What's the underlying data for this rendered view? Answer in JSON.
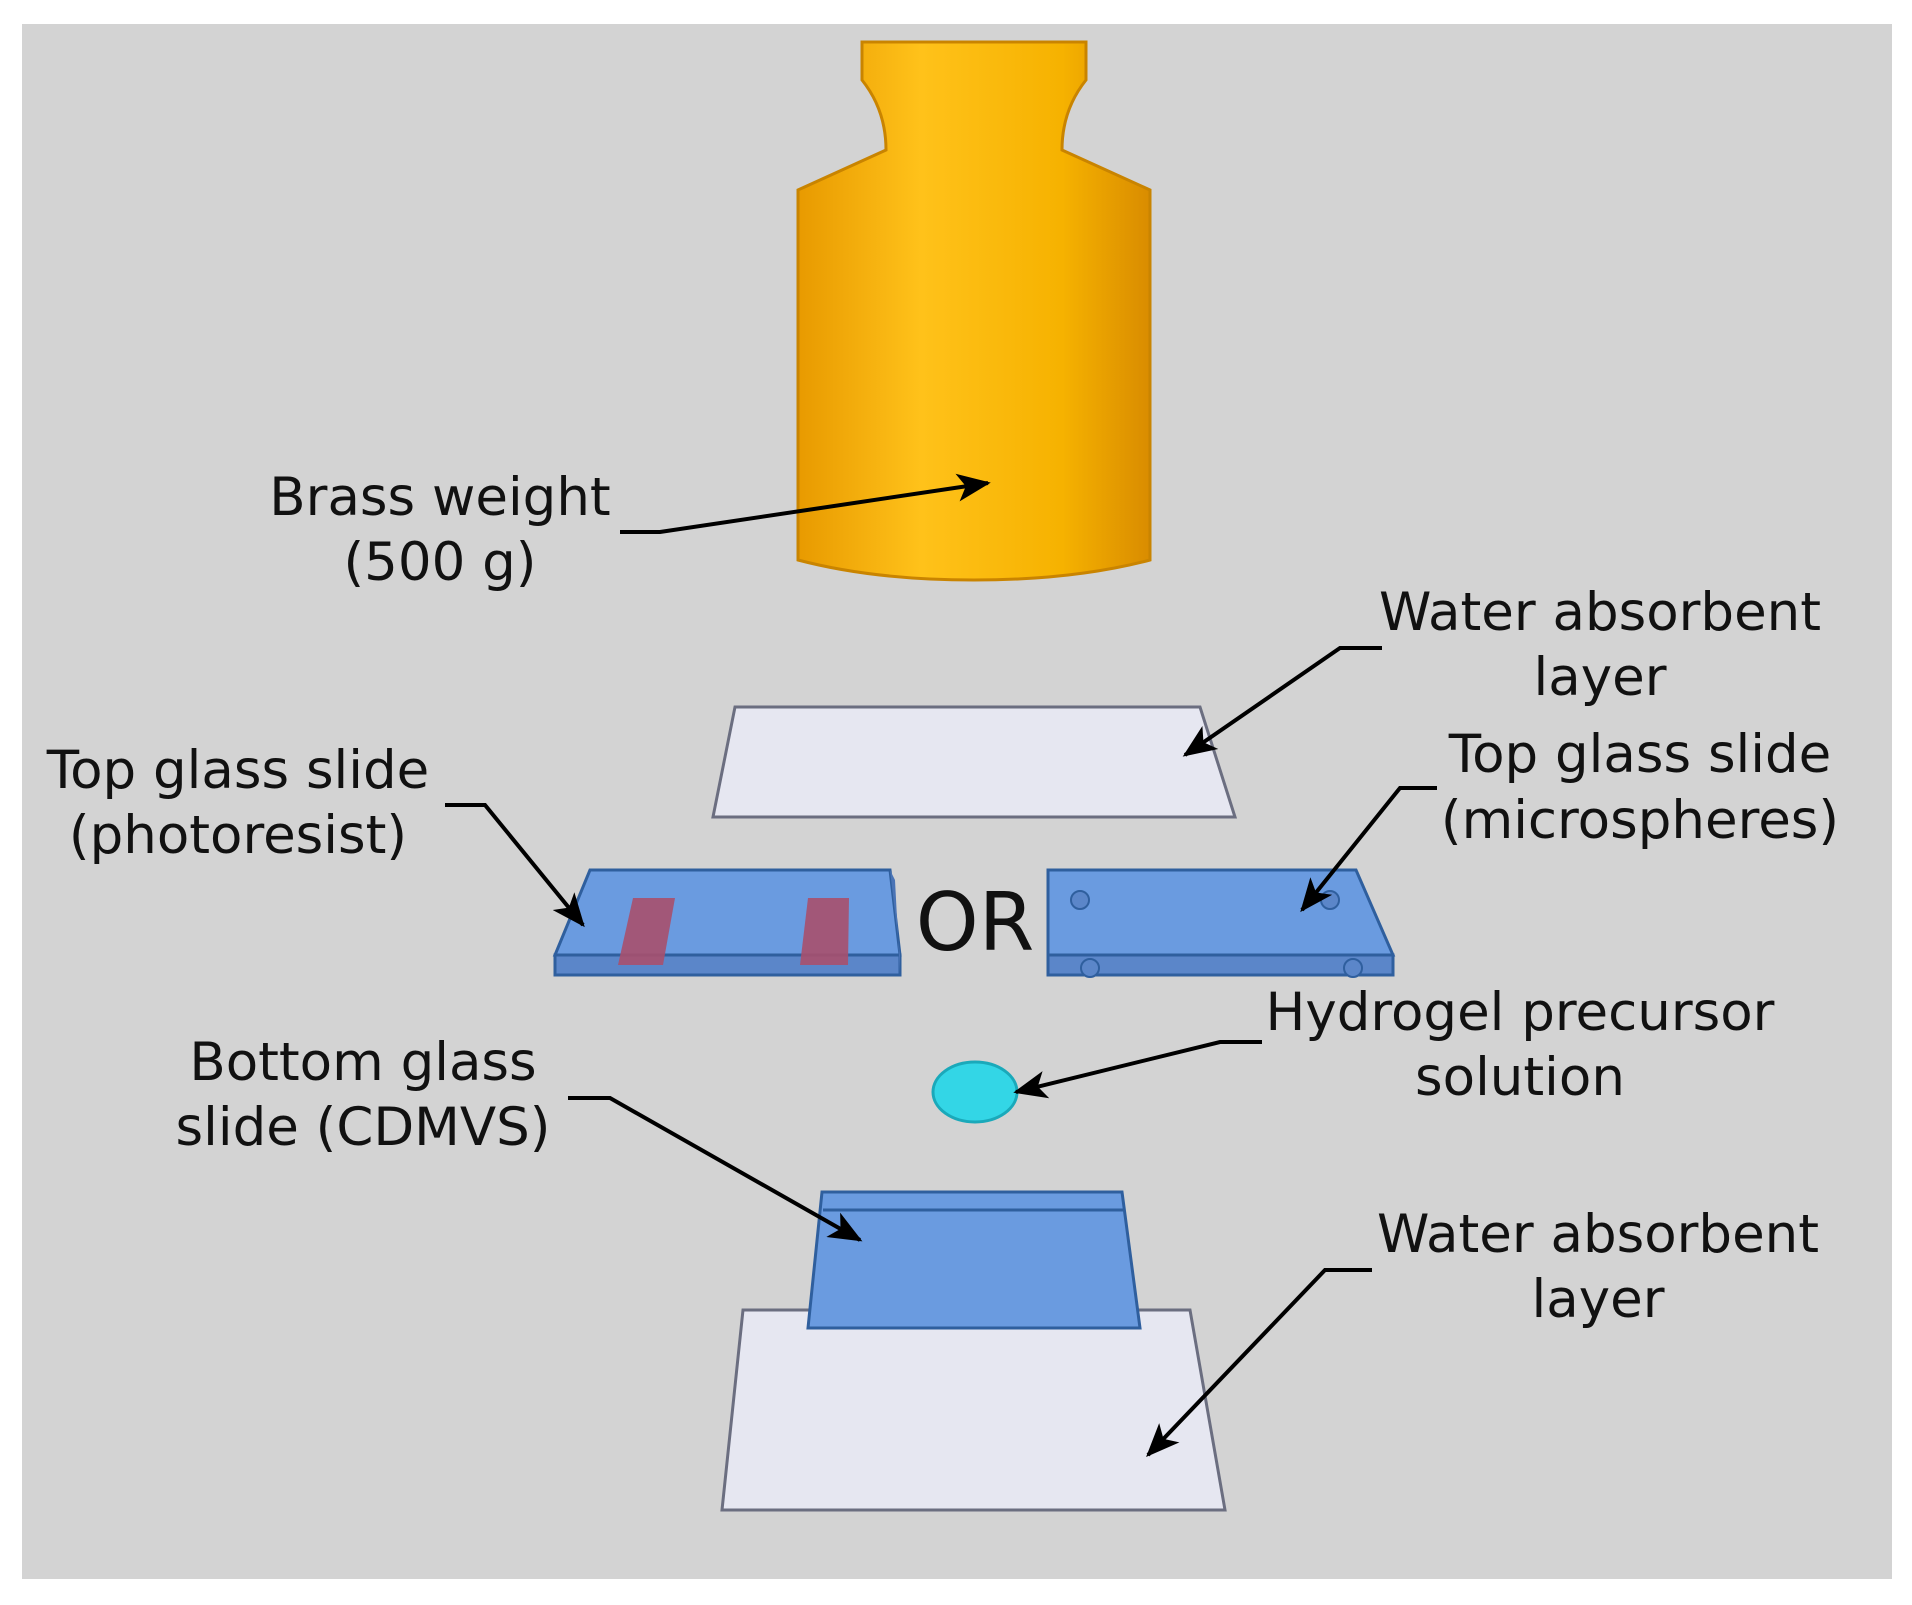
{
  "colors": {
    "background": "#d3d3d3",
    "brass": "#f5b400",
    "glass": "#6a9be0",
    "glass_edge": "#2f5f9e",
    "absorbent": "#e6e7f1",
    "photoresist": "#a8506d",
    "droplet": "#33d6e6"
  },
  "labels": {
    "brass_weight": [
      "Brass weight",
      "(500 g)"
    ],
    "absorbent_top": [
      "Water absorbent",
      "layer"
    ],
    "top_slide_photoresist": [
      "Top glass slide",
      "(photoresist)"
    ],
    "top_slide_microspheres": [
      "Top glass slide",
      "(microspheres)"
    ],
    "or": "OR",
    "hydrogel": [
      "Hydrogel precursor",
      "solution"
    ],
    "bottom_slide": [
      "Bottom glass",
      "slide (CDMVS)"
    ],
    "absorbent_bottom": [
      "Water absorbent",
      "layer"
    ]
  }
}
